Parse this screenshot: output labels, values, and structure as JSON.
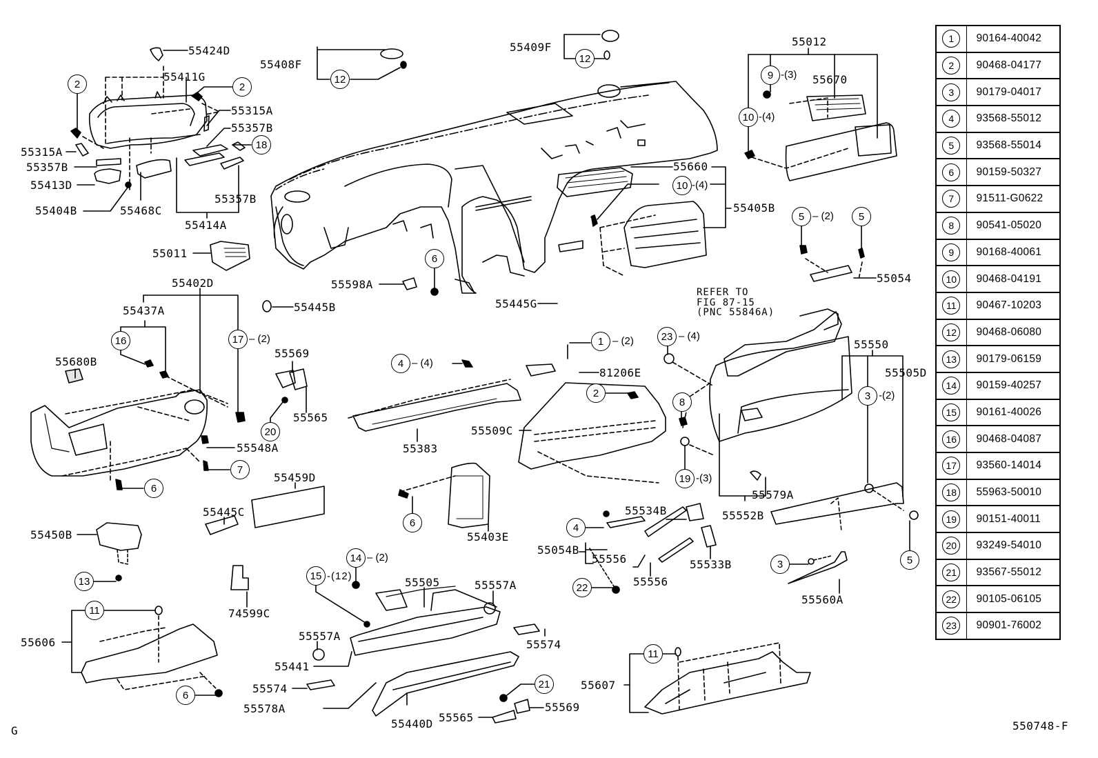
{
  "diagram": {
    "figure_code": "550748-F",
    "corner_mark": "G",
    "reference_note": [
      "REFER TO",
      "FIG 87-15",
      "(PNC 55846A)"
    ]
  },
  "part_labels": {
    "p55424D": "55424D",
    "p55411G": "55411G",
    "p55315A_r": "55315A",
    "p55357B_r": "55357B",
    "p55315A_l": "55315A",
    "p55357B_l": "55357B",
    "p55413D": "55413D",
    "p55404B": "55404B",
    "p55468C": "55468C",
    "p55357B_b": "55357B",
    "p55414A": "55414A",
    "p55408F": "55408F",
    "p55409F": "55409F",
    "p55012": "55012",
    "p55670": "55670",
    "p55660": "55660",
    "p55405B": "55405B",
    "p55054": "55054",
    "p55011": "55011",
    "p55598A": "55598A",
    "p55445G": "55445G",
    "p55402D": "55402D",
    "p55445B": "55445B",
    "p55437A": "55437A",
    "p55680B": "55680B",
    "p55569_l": "55569",
    "p55565_l": "55565",
    "p55548A": "55548A",
    "p55383": "55383",
    "p81206E": "81206E",
    "p55509C": "55509C",
    "p55550": "55550",
    "p55505D": "55505D",
    "p55579A": "55579A",
    "p55552B": "55552B",
    "p55459D": "55459D",
    "p55445C": "55445C",
    "p55450B": "55450B",
    "p55403E": "55403E",
    "p55534B": "55534B",
    "p55054B": "55054B",
    "p55556_a": "55556",
    "p55556_b": "55556",
    "p55533B": "55533B",
    "p55560A": "55560A",
    "p74599C": "74599C",
    "p55505": "55505",
    "p55557A_r": "55557A",
    "p55557A_l": "55557A",
    "p55441": "55441",
    "p55574_r": "55574",
    "p55574_l": "55574",
    "p55578A": "55578A",
    "p55440D": "55440D",
    "p55565_b": "55565",
    "p55569_b": "55569",
    "p55606": "55606",
    "p55607": "55607"
  },
  "callouts": {
    "c2_tl": "2",
    "c2_tr": "2",
    "c18": "18",
    "c12_a": "12",
    "c12_b": "12",
    "c9": "9",
    "c10_a": "10",
    "c10_b": "10",
    "c5_a": "5",
    "c5_b": "5",
    "c6_a": "6",
    "c16": "16",
    "c17": "17",
    "c20": "20",
    "c7": "7",
    "c6_b": "6",
    "c13": "13",
    "c11_a": "11",
    "c6_c": "6",
    "c4_a": "4",
    "c1": "1",
    "c23": "23",
    "c2_m": "2",
    "c8": "8",
    "c3_a": "3",
    "c19": "19",
    "c6_d": "6",
    "c4_b": "4",
    "c22": "22",
    "c3_b": "3",
    "c5_c": "5",
    "c14": "14",
    "c15": "15",
    "c21": "21",
    "c11_b": "11"
  },
  "quantities": {
    "q9": "-(3)",
    "q10_a": "-(4)",
    "q10_b": "-(4)",
    "q5": "– (2)",
    "q17": "– (2)",
    "q4_a": "– (4)",
    "q1": "– (2)",
    "q23": "– (4)",
    "q3": "-(2)",
    "q19": "-(3)",
    "q14": "– (2)",
    "q15": "-(12)"
  },
  "legend": [
    {
      "num": "1",
      "part": "90164-40042"
    },
    {
      "num": "2",
      "part": "90468-04177"
    },
    {
      "num": "3",
      "part": "90179-04017"
    },
    {
      "num": "4",
      "part": "93568-55012"
    },
    {
      "num": "5",
      "part": "93568-55014"
    },
    {
      "num": "6",
      "part": "90159-50327"
    },
    {
      "num": "7",
      "part": "91511-G0622"
    },
    {
      "num": "8",
      "part": "90541-05020"
    },
    {
      "num": "9",
      "part": "90168-40061"
    },
    {
      "num": "10",
      "part": "90468-04191"
    },
    {
      "num": "11",
      "part": "90467-10203"
    },
    {
      "num": "12",
      "part": "90468-06080"
    },
    {
      "num": "13",
      "part": "90179-06159"
    },
    {
      "num": "14",
      "part": "90159-40257"
    },
    {
      "num": "15",
      "part": "90161-40026"
    },
    {
      "num": "16",
      "part": "90468-04087"
    },
    {
      "num": "17",
      "part": "93560-14014"
    },
    {
      "num": "18",
      "part": "55963-50010"
    },
    {
      "num": "19",
      "part": "90151-40011"
    },
    {
      "num": "20",
      "part": "93249-54010"
    },
    {
      "num": "21",
      "part": "93567-55012"
    },
    {
      "num": "22",
      "part": "90105-06105"
    },
    {
      "num": "23",
      "part": "90901-76002"
    }
  ]
}
